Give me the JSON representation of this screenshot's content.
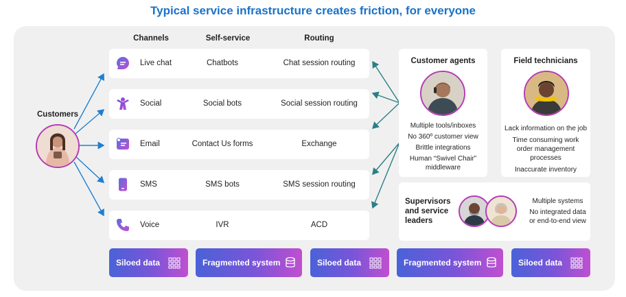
{
  "title": "Typical service infrastructure creates friction, for everyone",
  "columns": {
    "channels": "Channels",
    "self_service": "Self-service",
    "routing": "Routing"
  },
  "customers_label": "Customers",
  "rows": [
    {
      "channel": "Live chat",
      "self": "Chatbots",
      "routing": "Chat session routing",
      "icon": "chat-icon"
    },
    {
      "channel": "Social",
      "self": "Social bots",
      "routing": "Social session routing",
      "icon": "social-icon"
    },
    {
      "channel": "Email",
      "self": "Contact Us forms",
      "routing": "Exchange",
      "icon": "email-icon"
    },
    {
      "channel": "SMS",
      "self": "SMS bots",
      "routing": "SMS session routing",
      "icon": "phone-sms-icon"
    },
    {
      "channel": "Voice",
      "self": "IVR",
      "routing": "ACD",
      "icon": "voice-phone-icon"
    }
  ],
  "agents": {
    "title": "Customer agents",
    "lines": [
      "Multiple tools/inboxes",
      "No 360º customer view",
      "Brittle integrations",
      "Human “Swivel Chair”",
      "middleware"
    ]
  },
  "field": {
    "title": "Field technicians",
    "lines": [
      "Lack information on the job",
      "Time consuming work",
      "order management",
      "processes",
      "Inaccurate inventory"
    ]
  },
  "supervisors": {
    "title_lines": [
      "Supervisors",
      "and service",
      "leaders"
    ],
    "lines": [
      "Multiple systems",
      "No integrated data",
      "or end-to-end view"
    ]
  },
  "bars": [
    {
      "label": "Siloed data",
      "icon": "data-grid-icon"
    },
    {
      "label": "Fragmented system",
      "icon": "database-icon"
    },
    {
      "label": "Siloed data",
      "icon": "data-grid-icon"
    },
    {
      "label": "Fragmented system",
      "icon": "database-icon"
    },
    {
      "label": "Siloed data",
      "icon": "data-grid-icon"
    }
  ],
  "colors": {
    "title": "#1a72c7",
    "arrow_left": "#1f7fd0",
    "arrow_right": "#2a7f86",
    "accent": "#b43cb4"
  }
}
